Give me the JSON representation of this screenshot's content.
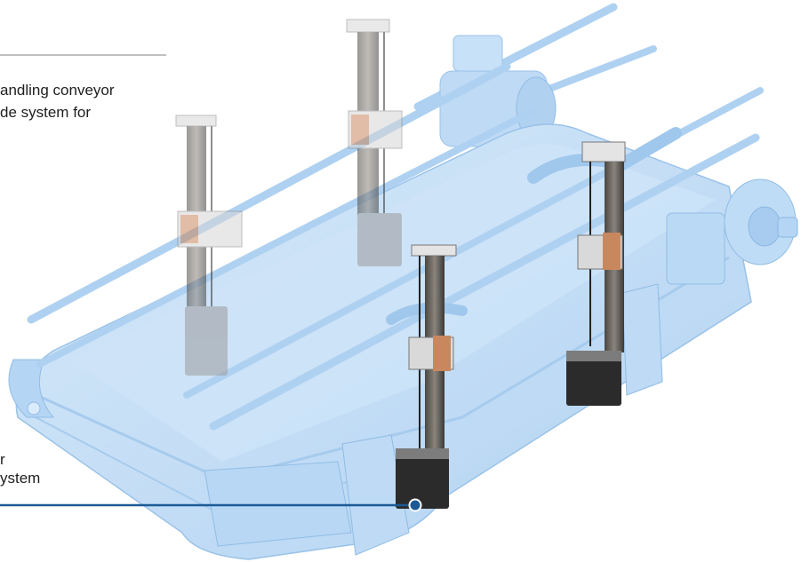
{
  "annotation_top": {
    "lines": [
      "andling conveyor",
      "de system for"
    ]
  },
  "annotation_bottom": {
    "lines": [
      "r",
      "ystem"
    ]
  },
  "colors": {
    "conveyor_fill": "#bcdaf5",
    "conveyor_edge": "#93c0ea",
    "rail_metal": "#5e5a55",
    "carriage_copper": "#c9875e",
    "motor_dark": "#2b2b2b",
    "callout_line": "#1b5a96",
    "rule_line": "#9a9a9a",
    "text": "#1e1e1e"
  }
}
